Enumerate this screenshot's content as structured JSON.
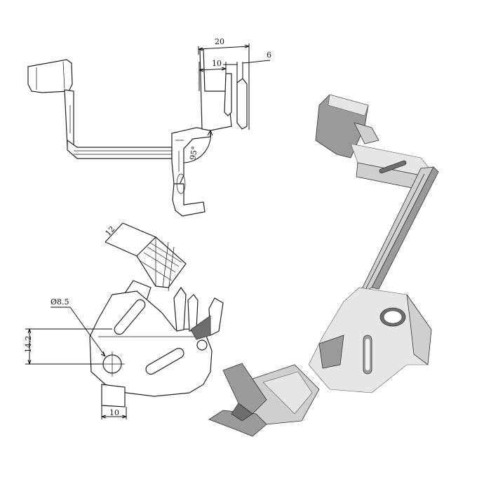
{
  "drawing": {
    "dimensions": {
      "top_width": "20",
      "top_slot": "10",
      "top_gap": "6",
      "angle": "95°",
      "side_width": "12",
      "hole_diameter": "Ø8.5",
      "hole_offset": "14.2",
      "tab_width": "10"
    }
  },
  "colors": {
    "line": "#111111",
    "shade_light": "#cfcfcf",
    "shade_dark": "#6e6e6e"
  }
}
